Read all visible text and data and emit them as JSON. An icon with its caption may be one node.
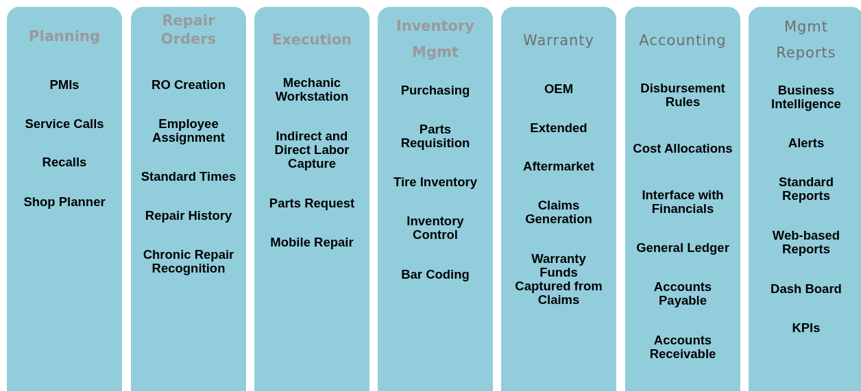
{
  "diagram": {
    "nodes": [
      {
        "text": [
          "Planning",
          "PMIs",
          "Service Calls",
          "Recalls",
          "Shop Planner"
        ]
      },
      {
        "text": [
          "Repair Orders",
          "RO Creation",
          "Employee Assignment",
          "Standard Times",
          "Repair History",
          "Chronic Repair Recognition"
        ]
      },
      {
        "text": [
          "Execution",
          "Mechanic Workstation",
          "Indirect and Direct Labor Capture",
          "Parts Request",
          "Mobile Repair"
        ]
      },
      {
        "text": [
          "Inventory Mgmt",
          "Purchasing",
          "Parts Requisition",
          "Tire Inventory",
          "Inventory Control",
          "Bar Coding"
        ]
      },
      {
        "text": [
          "Warranty",
          "OEM",
          "Extended",
          "Aftermarket",
          "Claims Generation",
          "Warranty Funds Captured from Claims"
        ]
      },
      {
        "text": [
          "Accounting",
          "Disbursement Rules",
          "Cost Allocations",
          "Interface with Financials",
          "General Ledger",
          "Accounts Payable",
          "Accounts Receivable"
        ]
      },
      {
        "text": [
          "Mgmt Reports",
          "Business Intelligence",
          "Alerts",
          "Standard Reports",
          "Web-based Reports",
          "Dash Board",
          "KPIs"
        ]
      }
    ]
  }
}
